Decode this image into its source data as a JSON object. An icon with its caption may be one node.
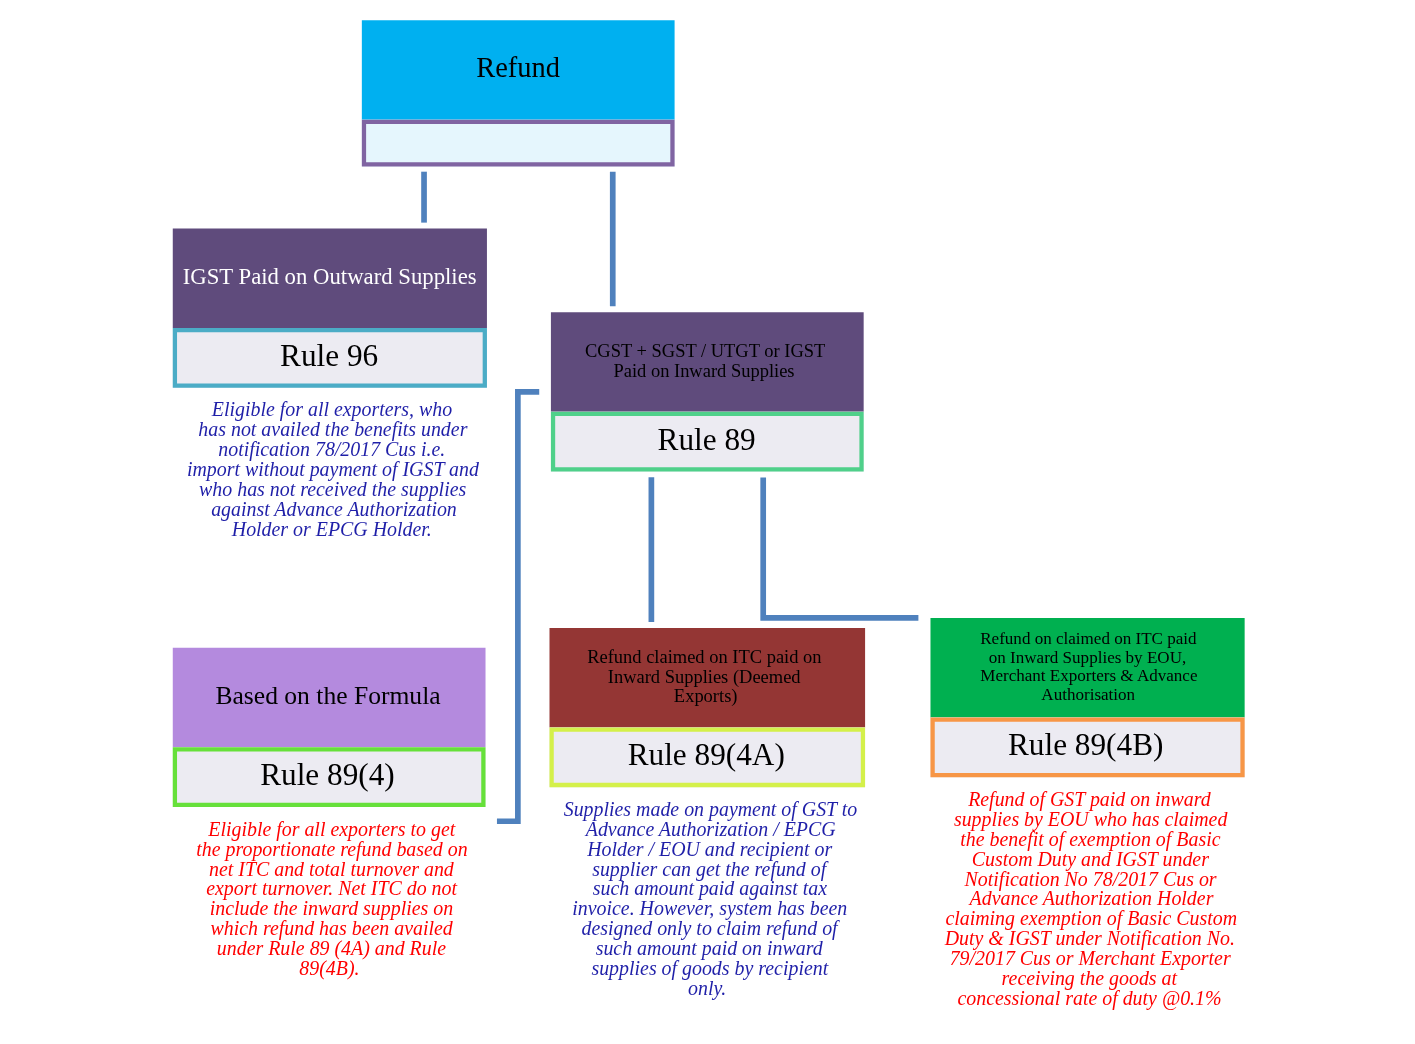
{
  "diagram": {
    "nodes": [
      {
        "text": [
          "Refund"
        ]
      },
      {
        "text": [
          "IGST Paid on Outward Supplies",
          "Rule 96"
        ],
        "beside": [
          "Eligible for all exporters, who has not availed the benefits under notification 78/2017 Cus i.e. import without payment of IGST and who has not received the supplies against Advance Authorization Holder or EPCG Holder."
        ]
      },
      {
        "text": [
          "CGST + SGST / UTGT or IGST Paid on Inward Supplies",
          "Rule 89"
        ]
      },
      {
        "text": [
          "Based on the Formula",
          "Rule 89(4)"
        ],
        "beside": [
          "Eligible for all exporters to get the proportionate refund based on net ITC and total turnover and export turnover. Net ITC do not include the inward supplies on which refund has been availed under Rule 89 (4A) and Rule 89(4B)."
        ]
      },
      {
        "text": [
          "Refund claimed on ITC paid on Inward Supplies (Deemed Exports)",
          "Rule 89(4A)"
        ],
        "beside": [
          "Supplies made on payment of GST to Advance Authorization / EPCG Holder / EOU and recipient or supplier can get the refund of such amount paid against tax invoice. However, system has been designed only to claim refund of such amount paid on inward supplies of goods by recipient only."
        ]
      },
      {
        "text": [
          "Refund on claimed on ITC paid on Inward Supplies by EOU, Merchant Exporters & Advance Authorisation",
          "Rule 89(4B)"
        ],
        "beside": [
          "Refund of GST paid on inward supplies by EOU who has claimed the benefit of exemption of Basic Custom Duty and IGST under Notification No 78/2017 Cus or Advance Authorization Holder claiming exemption of Basic Custom Duty & IGST under Notification No. 79/2017 Cus or Merchant Exporter receiving the goods at concessional rate of duty @0.1%"
        ]
      }
    ],
    "edges": [
      {
        "from": 0,
        "to": 1,
        "arrow": "none"
      },
      {
        "from": 0,
        "to": 2,
        "arrow": "none"
      },
      {
        "from": 2,
        "to": 3,
        "arrow": "none"
      },
      {
        "from": 2,
        "to": 4,
        "arrow": "none"
      },
      {
        "from": 2,
        "to": 5,
        "arrow": "none"
      }
    ]
  }
}
